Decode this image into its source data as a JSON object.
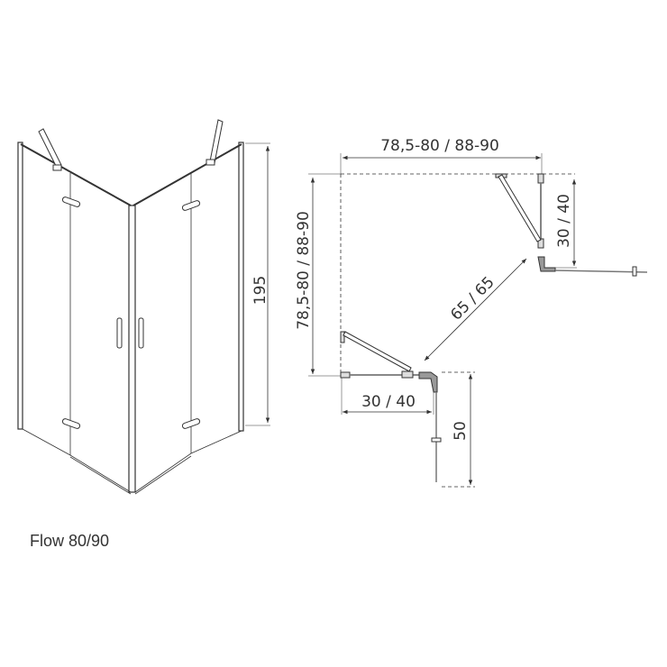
{
  "caption": "Flow 80/90",
  "front_view": {
    "height_label": "195"
  },
  "plan_view": {
    "width_label": "78,5-80 / 88-90",
    "depth_label": "78,5-80 / 88-90",
    "right_fixed_label": "30 / 40",
    "bottom_fixed_label": "30 / 40",
    "entry_label": "65 / 65",
    "door_swing_label": "50"
  },
  "colors": {
    "line": "#333333",
    "metal": "#8a8a8a"
  }
}
